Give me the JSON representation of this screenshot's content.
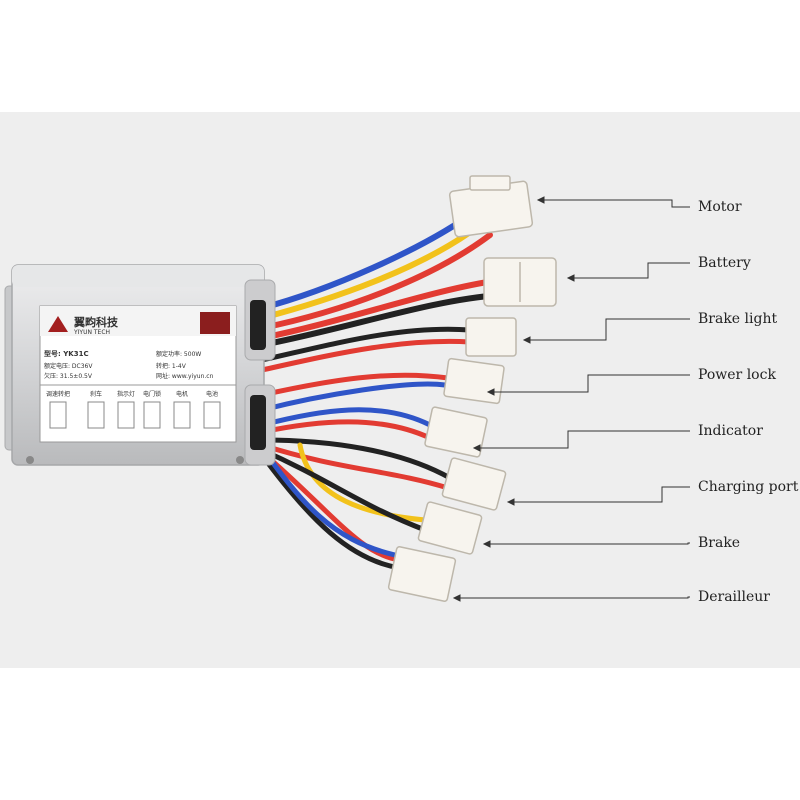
{
  "controller": {
    "brand_cn": "翼畇科技",
    "brand_en": "YIYUN TECH",
    "model": "型号: YK31C",
    "voltage": "额定电压: DC36V",
    "undervoltage": "欠压: 31.5±0.5V",
    "power": "额定功率: 500W",
    "throttle": "转把: 1-4V",
    "website": "网址: www.yiyun.cn",
    "ports": [
      "调速转把",
      "刹车",
      "指示灯",
      "电门锁",
      "电机",
      "电池"
    ]
  },
  "labels": [
    {
      "id": "motor",
      "text": "Motor"
    },
    {
      "id": "battery",
      "text": "Battery"
    },
    {
      "id": "brake-light",
      "text": "Brake light"
    },
    {
      "id": "power-lock",
      "text": "Power lock"
    },
    {
      "id": "indicator",
      "text": "Indicator"
    },
    {
      "id": "charging-port",
      "text": "Charging port"
    },
    {
      "id": "brake",
      "text": "Brake"
    },
    {
      "id": "derailleur",
      "text": "Derailleur"
    }
  ],
  "colors": {
    "wire_yellow": "#f2c21b",
    "wire_red": "#e23b32",
    "wire_blue": "#2f55c8",
    "wire_black": "#222222",
    "connector": "#f7f4ee",
    "housing": "#d8d9db"
  }
}
